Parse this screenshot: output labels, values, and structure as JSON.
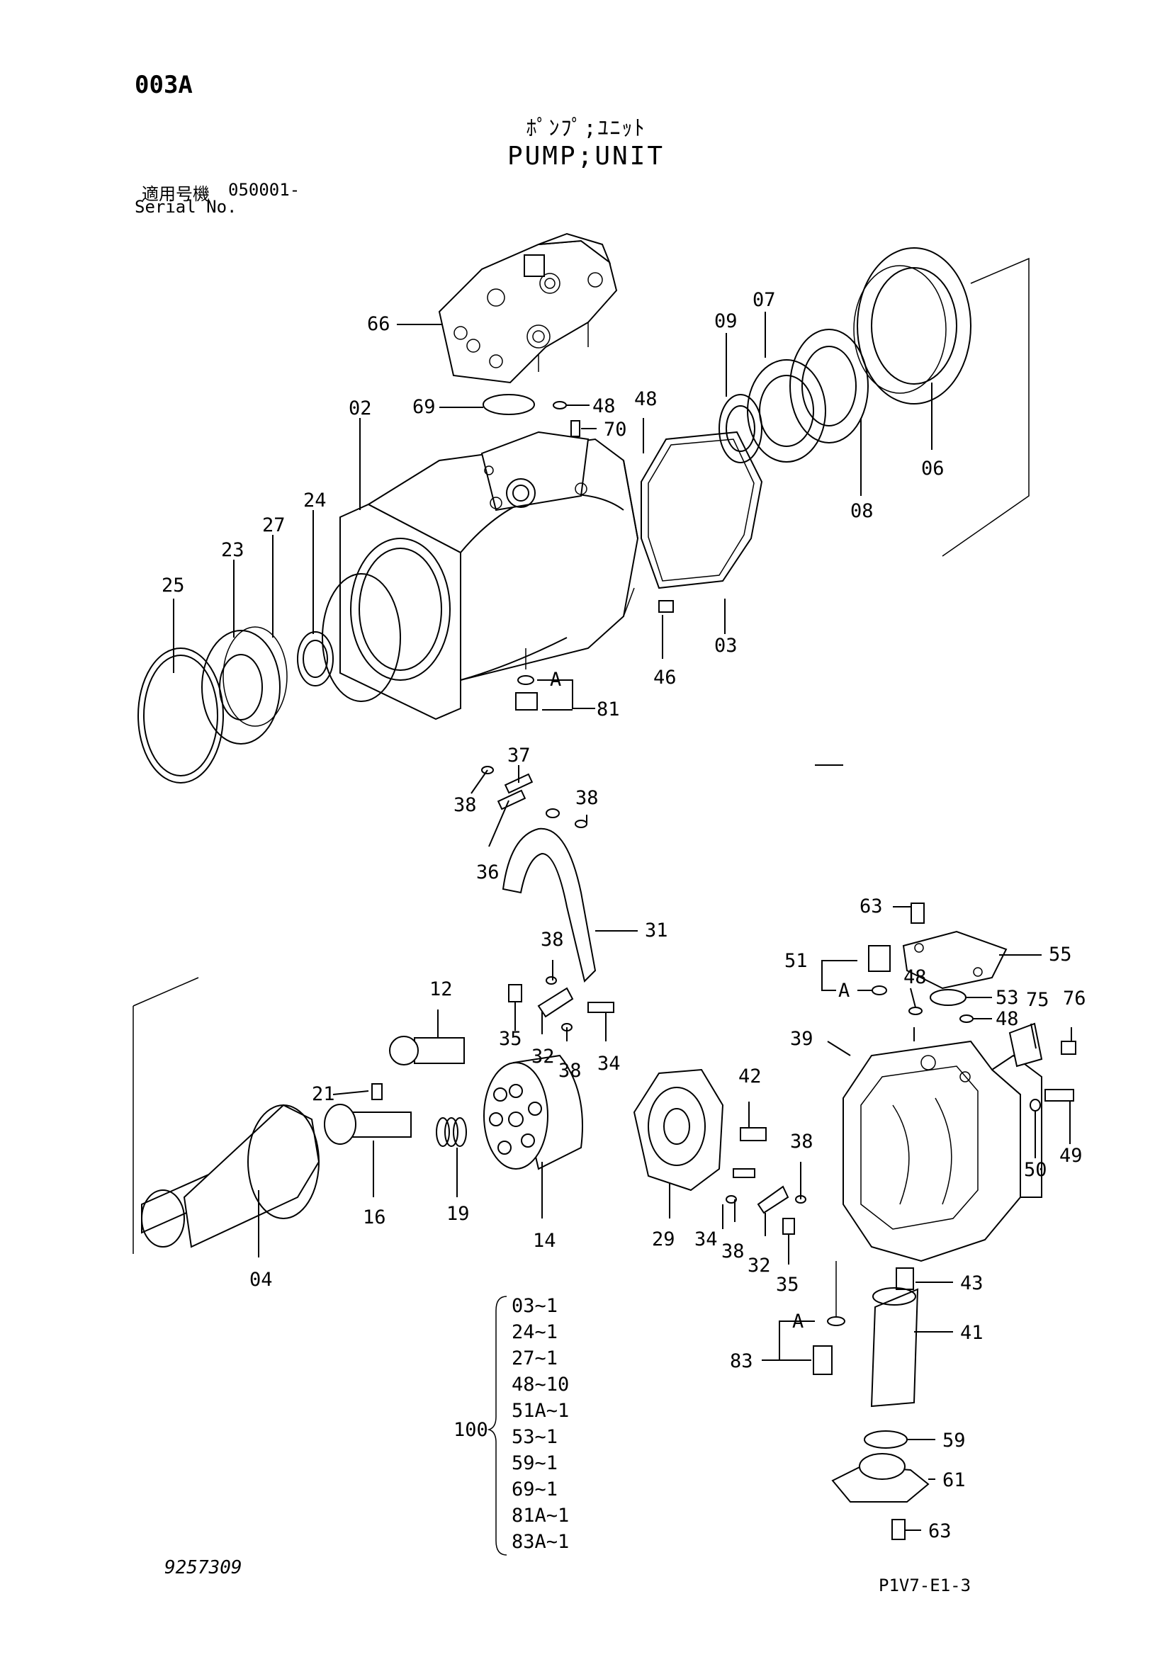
{
  "header": {
    "page_code": "003A",
    "title_jp": "ﾎﾟﾝﾌﾟ;ﾕﾆｯﾄ",
    "title_en": "PUMP;UNIT",
    "serial_label_jp": "適用号機",
    "serial_number": "050001-",
    "serial_label_en": "Serial No."
  },
  "callouts": {
    "p66": "66",
    "p69": "69",
    "p48a": "48",
    "p70": "70",
    "p48b": "48",
    "p09": "09",
    "p07": "07",
    "p06": "06",
    "p08": "08",
    "p02": "02",
    "p24": "24",
    "p27": "27",
    "p23": "23",
    "p25": "25",
    "p03": "03",
    "p46": "46",
    "p81": "81",
    "pA1": "A",
    "p37": "37",
    "p38a": "38",
    "p38b": "38",
    "p36": "36",
    "p31": "31",
    "p38c": "38",
    "p35a": "35",
    "p32a": "32",
    "p38d": "38",
    "p34a": "34",
    "p12": "12",
    "p21": "21",
    "p16": "16",
    "p19": "19",
    "p14": "14",
    "p04": "04",
    "p29": "29",
    "p42": "42",
    "p38e": "38",
    "p34b": "34",
    "p38f": "38",
    "p32b": "32",
    "p35b": "35",
    "p63a": "63",
    "p55": "55",
    "p51": "51",
    "pA2": "A",
    "p48c": "48",
    "p53": "53",
    "p75": "75",
    "p76": "76",
    "p39": "39",
    "p48d": "48",
    "p50": "50",
    "p49": "49",
    "p43": "43",
    "p41": "41",
    "pA3": "A",
    "p83": "83",
    "p59": "59",
    "p61": "61",
    "p63b": "63"
  },
  "kit": {
    "number": "100",
    "items": [
      {
        "part": "03",
        "qty": "1"
      },
      {
        "part": "24",
        "qty": "1"
      },
      {
        "part": "27",
        "qty": "1"
      },
      {
        "part": "48",
        "qty": "10"
      },
      {
        "part": "51A",
        "qty": "1"
      },
      {
        "part": "53",
        "qty": "1"
      },
      {
        "part": "59",
        "qty": "1"
      },
      {
        "part": "69",
        "qty": "1"
      },
      {
        "part": "81A",
        "qty": "1"
      },
      {
        "part": "83A",
        "qty": "1"
      }
    ]
  },
  "footer": {
    "drawing_number": "9257309",
    "sheet_ref": "P1V7-E1-3"
  }
}
